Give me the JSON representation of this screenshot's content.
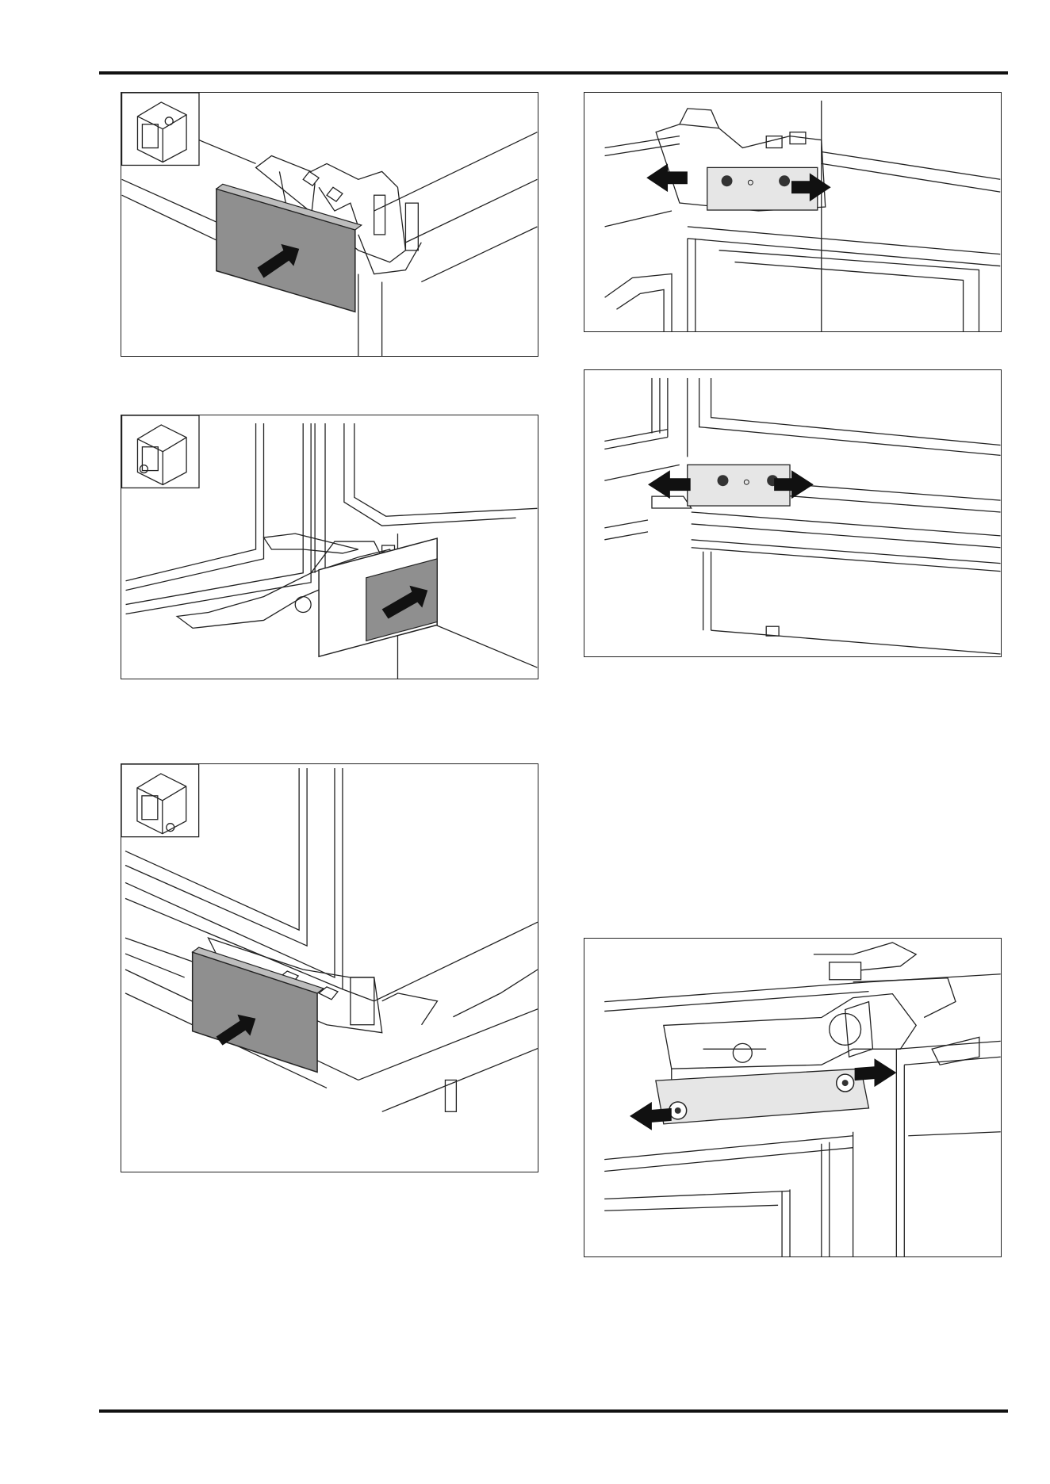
{
  "page": {
    "title": "",
    "footer_text": ""
  },
  "colors": {
    "line": "#222222",
    "panel_fill": "#8f8f8f",
    "bracket_fill": "#e6e6e6",
    "arrow": "#111111"
  },
  "figures": [
    {
      "id": "fig-top-left-cover-insert",
      "position_icon": "cabinet-top-right-corner"
    },
    {
      "id": "fig-mid-left-hinge-cover-insert",
      "position_icon": "cabinet-bottom-left-corner"
    },
    {
      "id": "fig-bottom-left-cover-insert",
      "position_icon": "cabinet-bottom-front-corner"
    },
    {
      "id": "fig-top-right-bracket-adjust"
    },
    {
      "id": "fig-mid-right-bracket-adjust"
    },
    {
      "id": "fig-bottom-right-hinge-adjust"
    }
  ]
}
